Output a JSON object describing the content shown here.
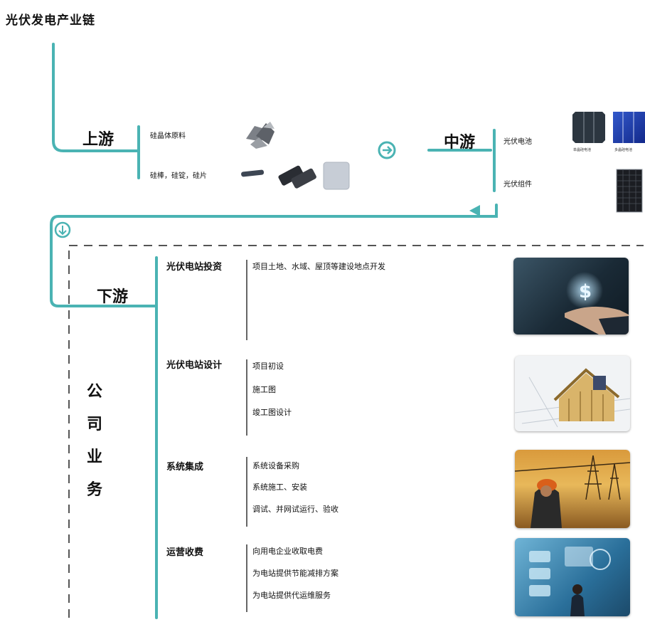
{
  "title": "光伏发电产业链",
  "upstream": {
    "label": "上游",
    "items": [
      "硅晶体原料",
      "硅棒，硅锭，硅片"
    ]
  },
  "midstream": {
    "label": "中游",
    "items": [
      "光伏电池",
      "光伏组件"
    ],
    "cell_captions": [
      "单晶硅电池",
      "多晶硅电池"
    ]
  },
  "downstream": {
    "label": "下游"
  },
  "company": {
    "chars": [
      "公",
      "司",
      "业",
      "务"
    ],
    "categories": [
      {
        "name": "光伏电站投资",
        "items": [
          "项目土地、水域、屋顶等建设地点开发"
        ]
      },
      {
        "name": "光伏电站设计",
        "items": [
          "项目初设",
          "施工图",
          "竣工图设计"
        ]
      },
      {
        "name": "系统集成",
        "items": [
          "系统设备采购",
          "系统施工、安装",
          "调试、并网试运行、验收"
        ]
      },
      {
        "name": "运营收费",
        "items": [
          "向用电企业收取电费",
          "为电站提供节能减排方案",
          "为电站提供代运维服务"
        ]
      }
    ]
  },
  "colors": {
    "line": "#4ab3b3",
    "dashed": "#555555",
    "text": "#111111"
  }
}
